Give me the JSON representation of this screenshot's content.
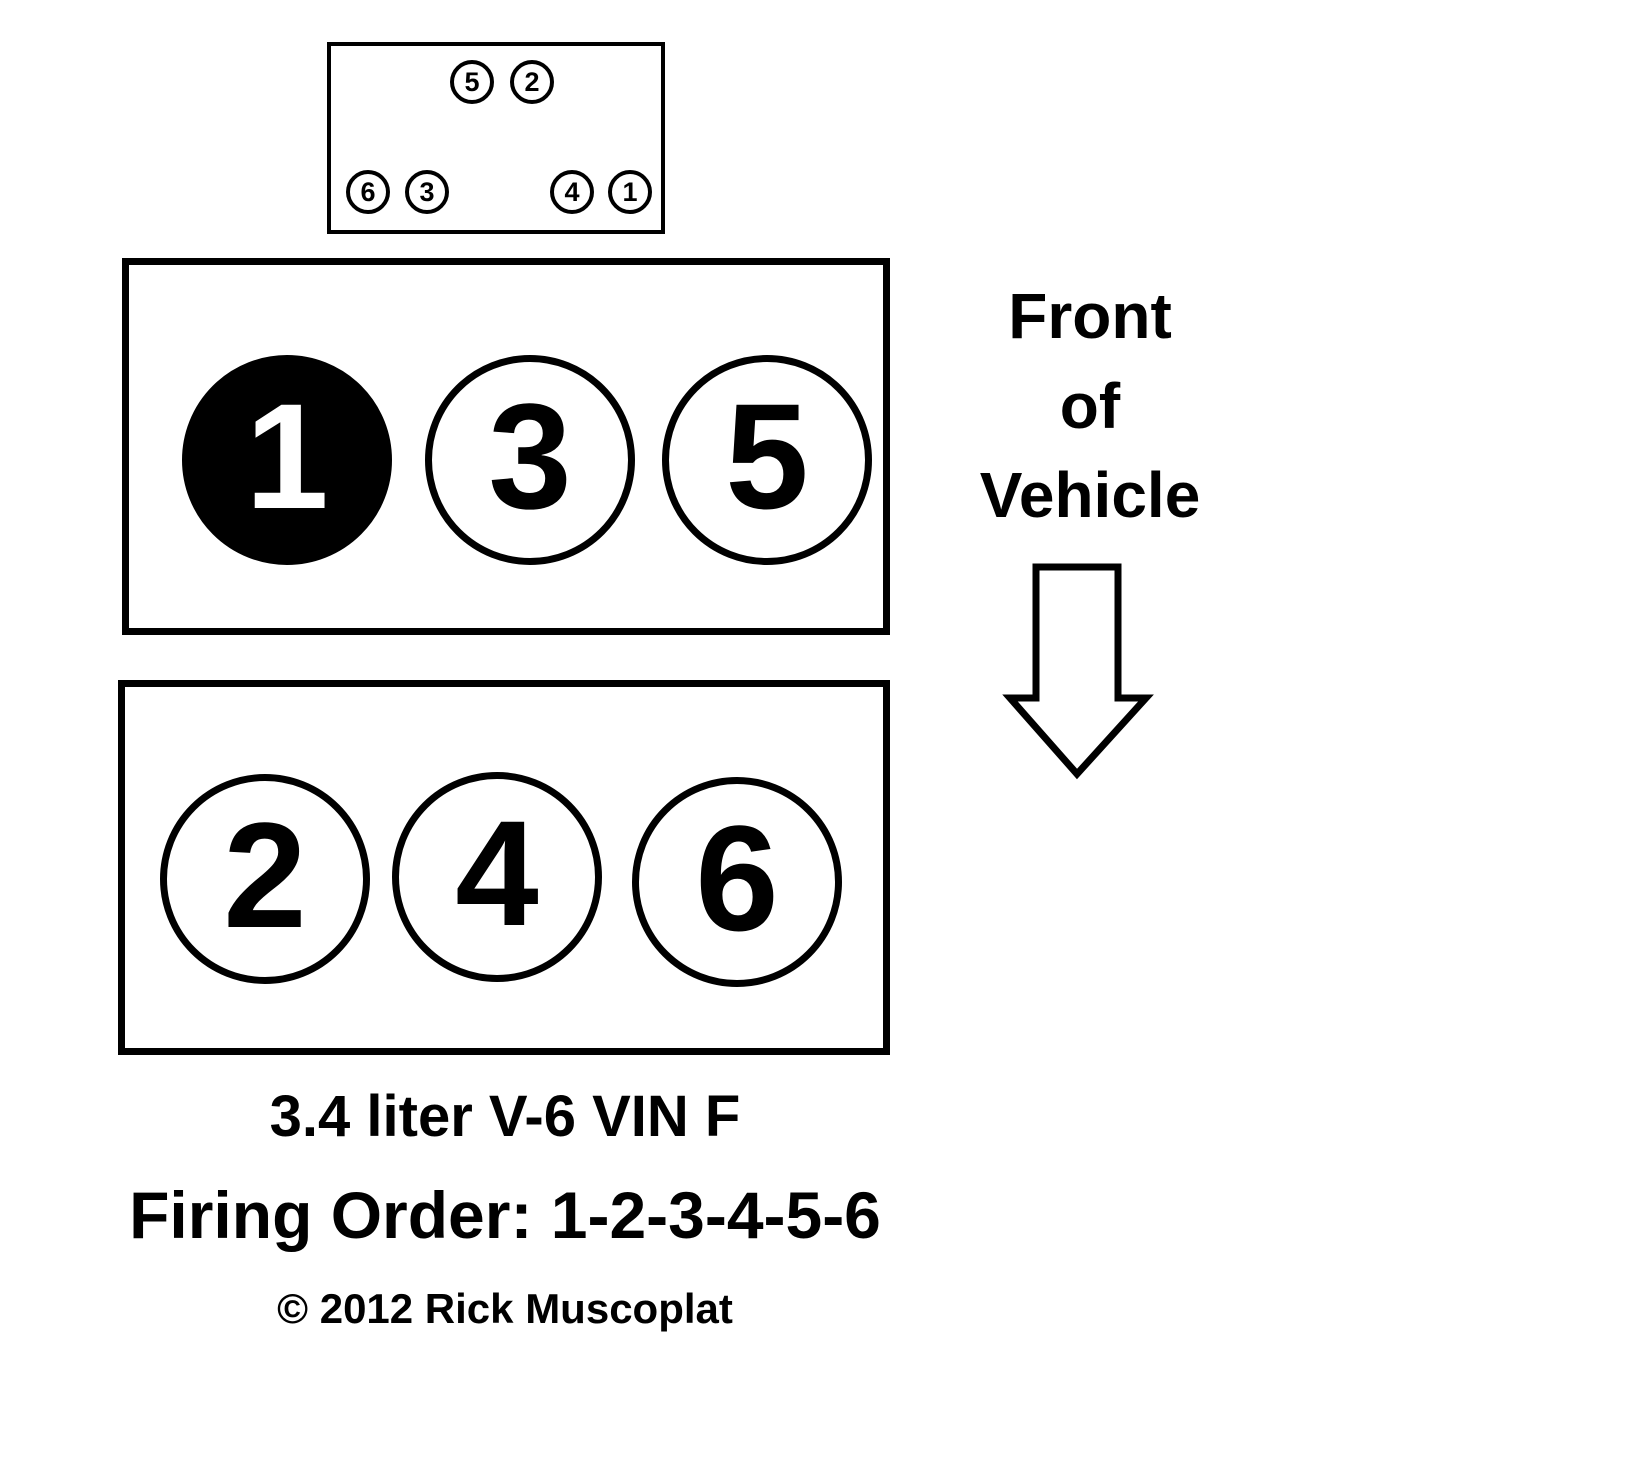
{
  "coil_pack": {
    "top_row": [
      "5",
      "2"
    ],
    "bottom_row": [
      "6",
      "3",
      "4",
      "1"
    ]
  },
  "bank_rear": {
    "cylinders": [
      {
        "number": "1",
        "filled": true
      },
      {
        "number": "3",
        "filled": false
      },
      {
        "number": "5",
        "filled": false
      }
    ]
  },
  "bank_front": {
    "cylinders": [
      {
        "number": "2",
        "filled": false
      },
      {
        "number": "4",
        "filled": false
      },
      {
        "number": "6",
        "filled": false
      }
    ]
  },
  "front_label": {
    "line1": "Front",
    "line2": "of",
    "line3": "Vehicle"
  },
  "caption": {
    "engine": "3.4 liter V-6 VIN F",
    "firing_order": "Firing Order: 1-2-3-4-5-6",
    "copyright": "© 2012 Rick Muscoplat"
  },
  "colors": {
    "foreground": "#000000",
    "background": "#ffffff",
    "filled_cylinder_fill": "#000000",
    "filled_cylinder_text": "#ffffff"
  }
}
